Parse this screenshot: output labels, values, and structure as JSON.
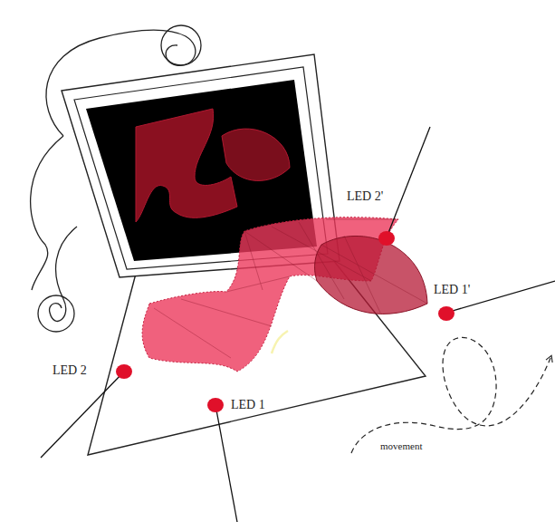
{
  "diagram": {
    "labels": [
      "LED 2'",
      "LED 1'",
      "LED 2",
      "LED 1",
      "movement"
    ]
  }
}
